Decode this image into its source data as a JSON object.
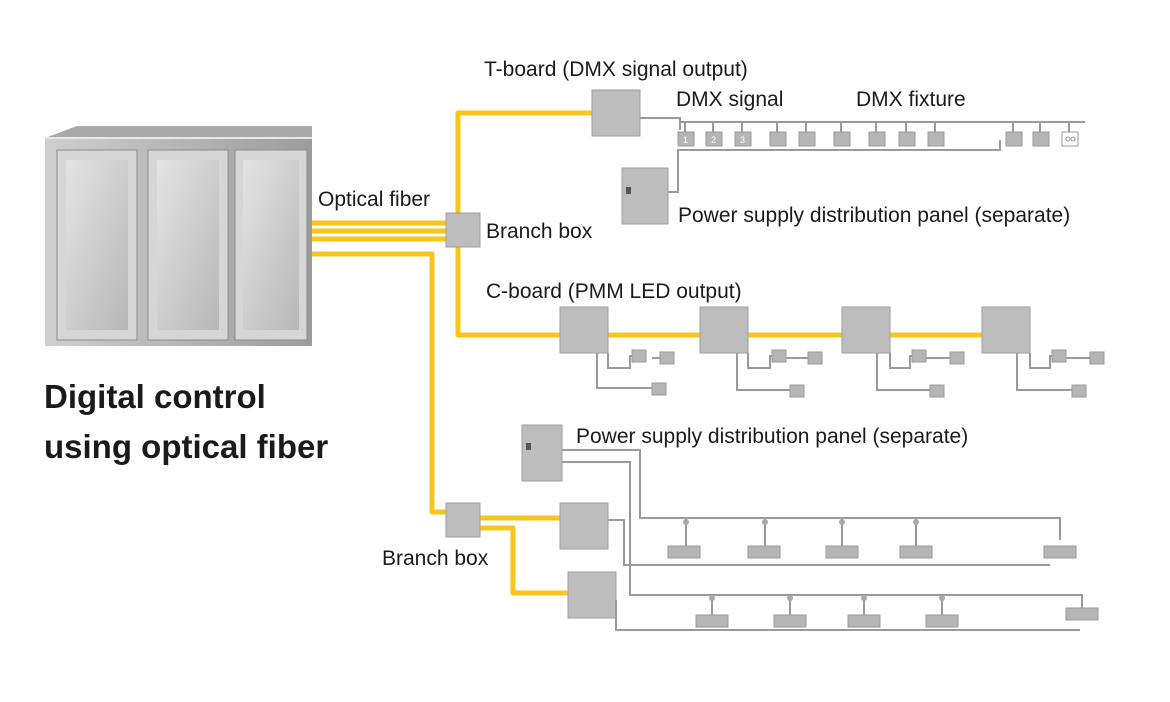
{
  "labels": {
    "tboard": "T-board (DMX signal output)",
    "dmx_signal": "DMX signal",
    "dmx_fixture": "DMX fixture",
    "optical_fiber": "Optical fiber",
    "branch_box_top": "Branch box",
    "power_panel_top": "Power supply distribution panel (separate)",
    "cboard": "C-board (PMM LED output)",
    "caption_line1": "Digital control",
    "caption_line2": "using optical fiber",
    "power_panel_bottom": "Power supply distribution panel (separate)",
    "branch_box_bottom": "Branch box"
  },
  "fixture_numbers": [
    "1",
    "2",
    "3"
  ],
  "colors": {
    "fiber": "#f7c61c",
    "wire": "#9a9a9a",
    "box": "#bdbdbd",
    "cabinet": "#c8c8c8",
    "text": "#1a1a1a"
  }
}
